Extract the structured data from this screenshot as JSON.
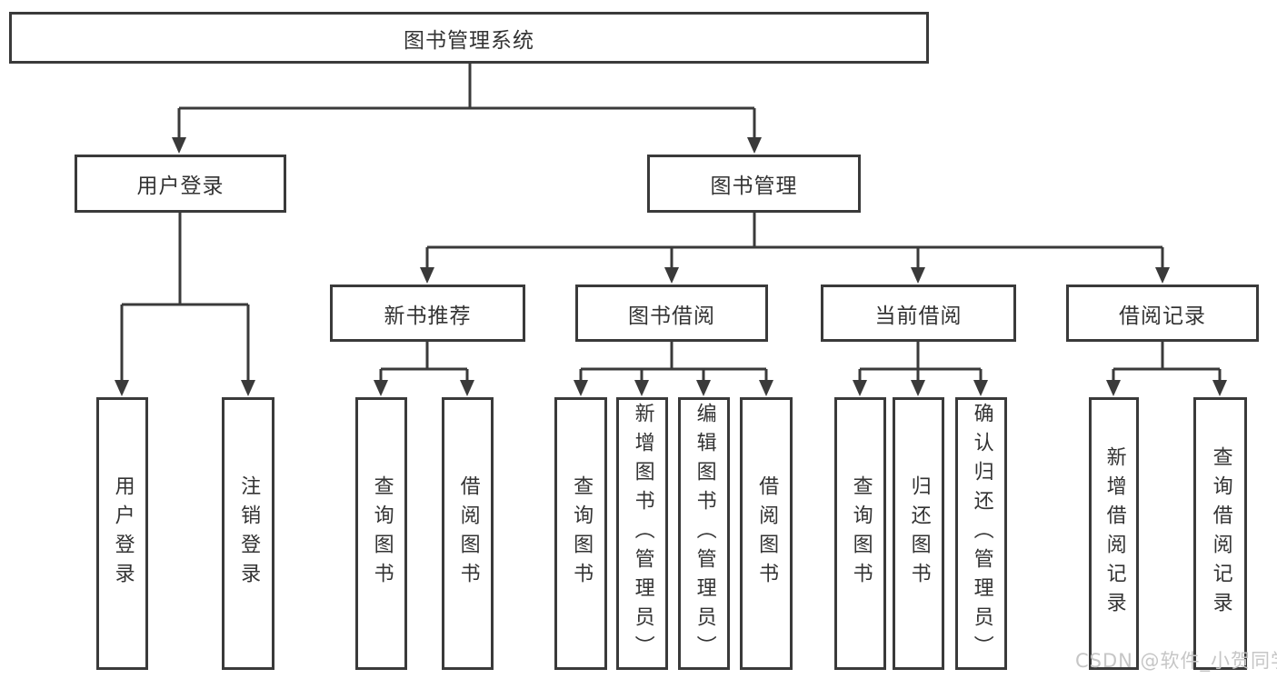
{
  "diagram": {
    "root": {
      "label": "图书管理系统"
    },
    "level2": [
      {
        "label": "用户登录"
      },
      {
        "label": "图书管理"
      }
    ],
    "level3": [
      {
        "label": "新书推荐"
      },
      {
        "label": "图书借阅"
      },
      {
        "label": "当前借阅"
      },
      {
        "label": "借阅记录"
      }
    ],
    "leaves": {
      "user_login": [
        "用户登录",
        "注销登录"
      ],
      "new_book_rec": [
        "查询图书",
        "借阅图书"
      ],
      "book_borrow": [
        "查询图书",
        "新增图书（管理员）",
        "编辑图书（管理员）",
        "借阅图书"
      ],
      "current_borrow": [
        "查询图书",
        "归还图书",
        "确认归还（管理员）"
      ],
      "borrow_records": [
        "新增借阅记录",
        "查询借阅记录"
      ]
    }
  },
  "watermark": {
    "text": "CSDN @软件_小贺同学"
  },
  "colors": {
    "line": "#3a3a3a",
    "box_border": "#3a3a3a",
    "text": "#333333",
    "watermark": "#c6c6c6",
    "background": "#ffffff"
  }
}
